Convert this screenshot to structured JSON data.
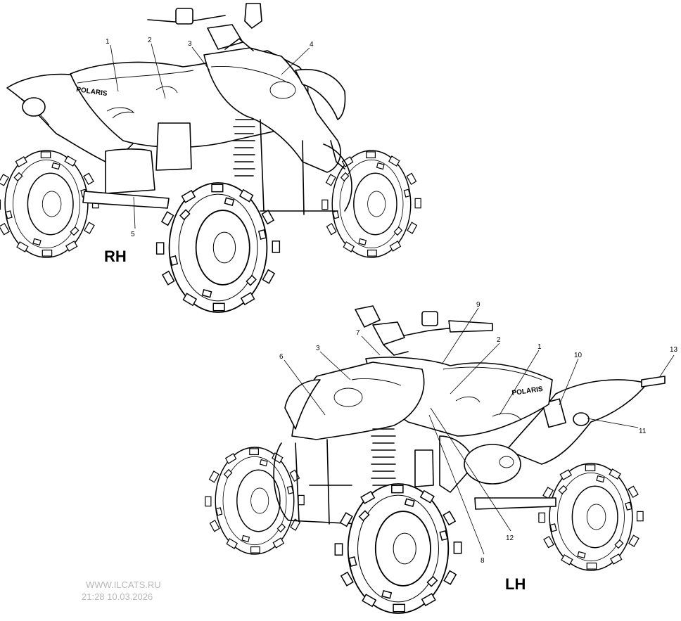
{
  "views": {
    "right": {
      "label": "RH"
    },
    "left": {
      "label": "LH"
    }
  },
  "callouts": {
    "right": [
      "1",
      "2",
      "3",
      "4",
      "5"
    ],
    "left": [
      "9",
      "7",
      "2",
      "1",
      "13",
      "6",
      "3",
      "10",
      "11",
      "12",
      "8"
    ]
  },
  "watermark": {
    "site": "WWW.ILCATS.RU",
    "timestamp": "21:28 10.03.2026"
  },
  "colors": {
    "line": "#000000",
    "background": "#ffffff",
    "watermark": "#b8b8b8"
  }
}
